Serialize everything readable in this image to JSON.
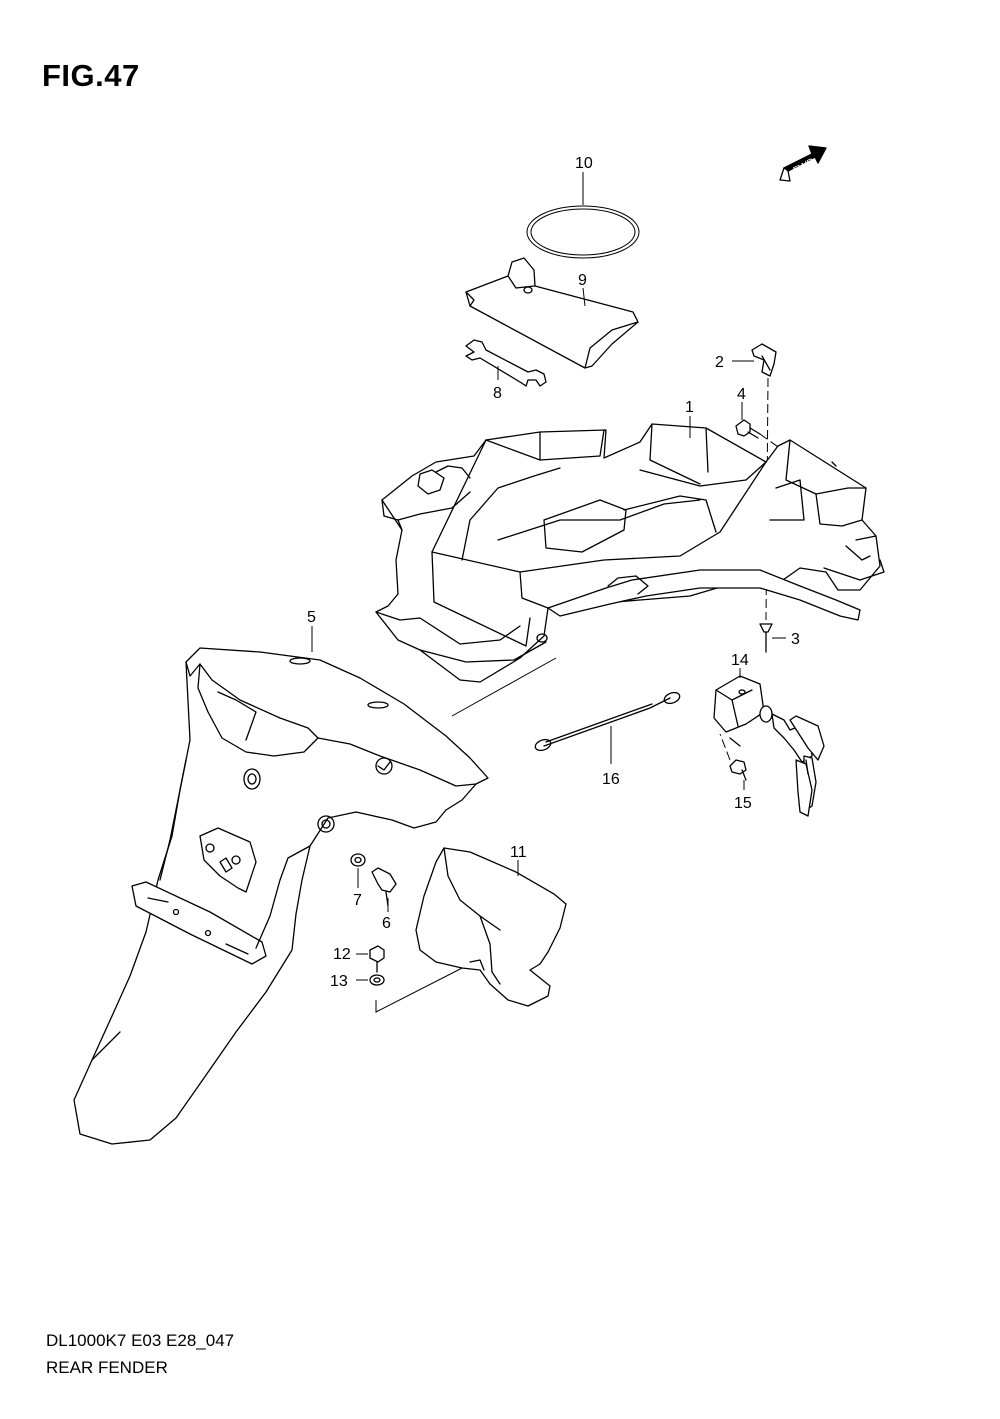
{
  "figure": {
    "title": "FIG.47",
    "model_code": "DL1000K7 E03 E28_047",
    "section_name": "REAR FENDER",
    "direction_label": "FWD"
  },
  "callouts": [
    {
      "id": "c1",
      "label": "1"
    },
    {
      "id": "c2",
      "label": "2"
    },
    {
      "id": "c3",
      "label": "3"
    },
    {
      "id": "c4",
      "label": "4"
    },
    {
      "id": "c5",
      "label": "5"
    },
    {
      "id": "c6",
      "label": "6"
    },
    {
      "id": "c7",
      "label": "7"
    },
    {
      "id": "c8",
      "label": "8"
    },
    {
      "id": "c9",
      "label": "9"
    },
    {
      "id": "c10",
      "label": "10"
    },
    {
      "id": "c11",
      "label": "11"
    },
    {
      "id": "c12",
      "label": "12"
    },
    {
      "id": "c13",
      "label": "13"
    },
    {
      "id": "c14",
      "label": "14"
    },
    {
      "id": "c15",
      "label": "15"
    },
    {
      "id": "c16",
      "label": "16"
    }
  ]
}
